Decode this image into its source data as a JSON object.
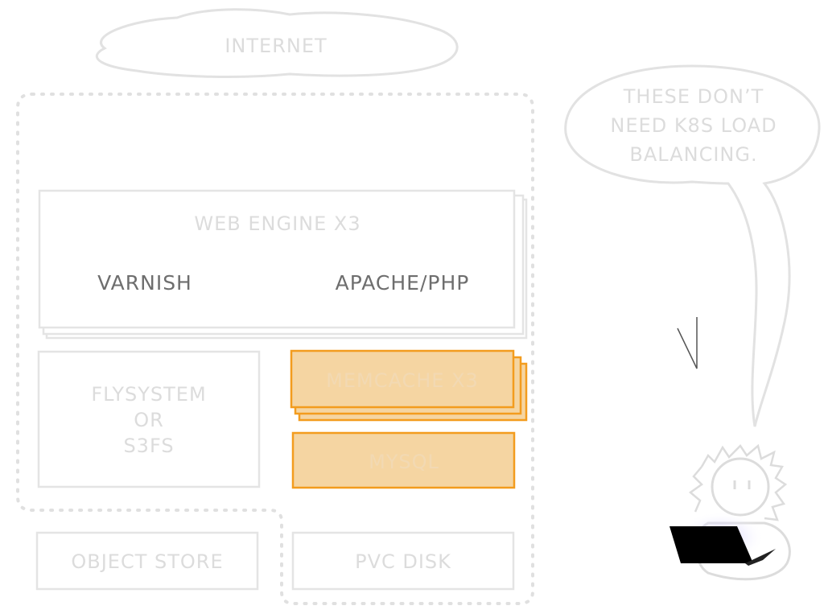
{
  "diagram": {
    "internet": "INTERNET",
    "speech_line1": "THESE DON’T",
    "speech_line2": "NEED K8S LOAD",
    "speech_line3": "BALANCING.",
    "web_engine": "WEB ENGINE X3",
    "varnish": "VARNISH",
    "apache_php": "APACHE/PHP",
    "flysystem_line1": "FLYSYSTEM",
    "flysystem_line2": "OR",
    "flysystem_line3": "S3FS",
    "memcache": "MEMCACHE X3",
    "mysql": "MYSQL",
    "object_store": "OBJECT STORE",
    "pvc_disk": "PVC DISK"
  },
  "colors": {
    "faint_stroke": "#e0e0e0",
    "orange_stroke": "#f39c1e",
    "orange_fill": "#f5d5a2",
    "laptop": "#000000",
    "glow": "#c9c6ff"
  }
}
